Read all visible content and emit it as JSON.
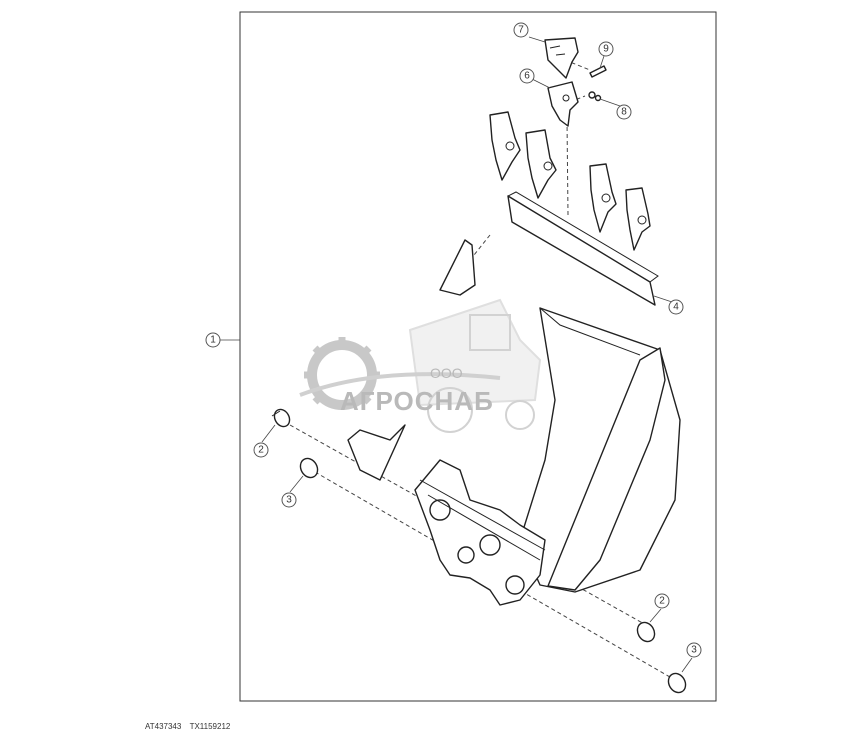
{
  "footer": {
    "code_a": "AT437343",
    "code_b": "TX1159212"
  },
  "watermark": {
    "company_form": "ООО",
    "company_name": "АГРОСНАБ",
    "color": "#b9b9b9"
  },
  "callouts": [
    {
      "id": "c1",
      "label": "1"
    },
    {
      "id": "c2a",
      "label": "2"
    },
    {
      "id": "c3a",
      "label": "3"
    },
    {
      "id": "c4",
      "label": "4"
    },
    {
      "id": "c6",
      "label": "6"
    },
    {
      "id": "c7",
      "label": "7"
    },
    {
      "id": "c8",
      "label": "8"
    },
    {
      "id": "c9",
      "label": "9"
    },
    {
      "id": "c2b",
      "label": "2"
    },
    {
      "id": "c3b",
      "label": "3"
    }
  ]
}
